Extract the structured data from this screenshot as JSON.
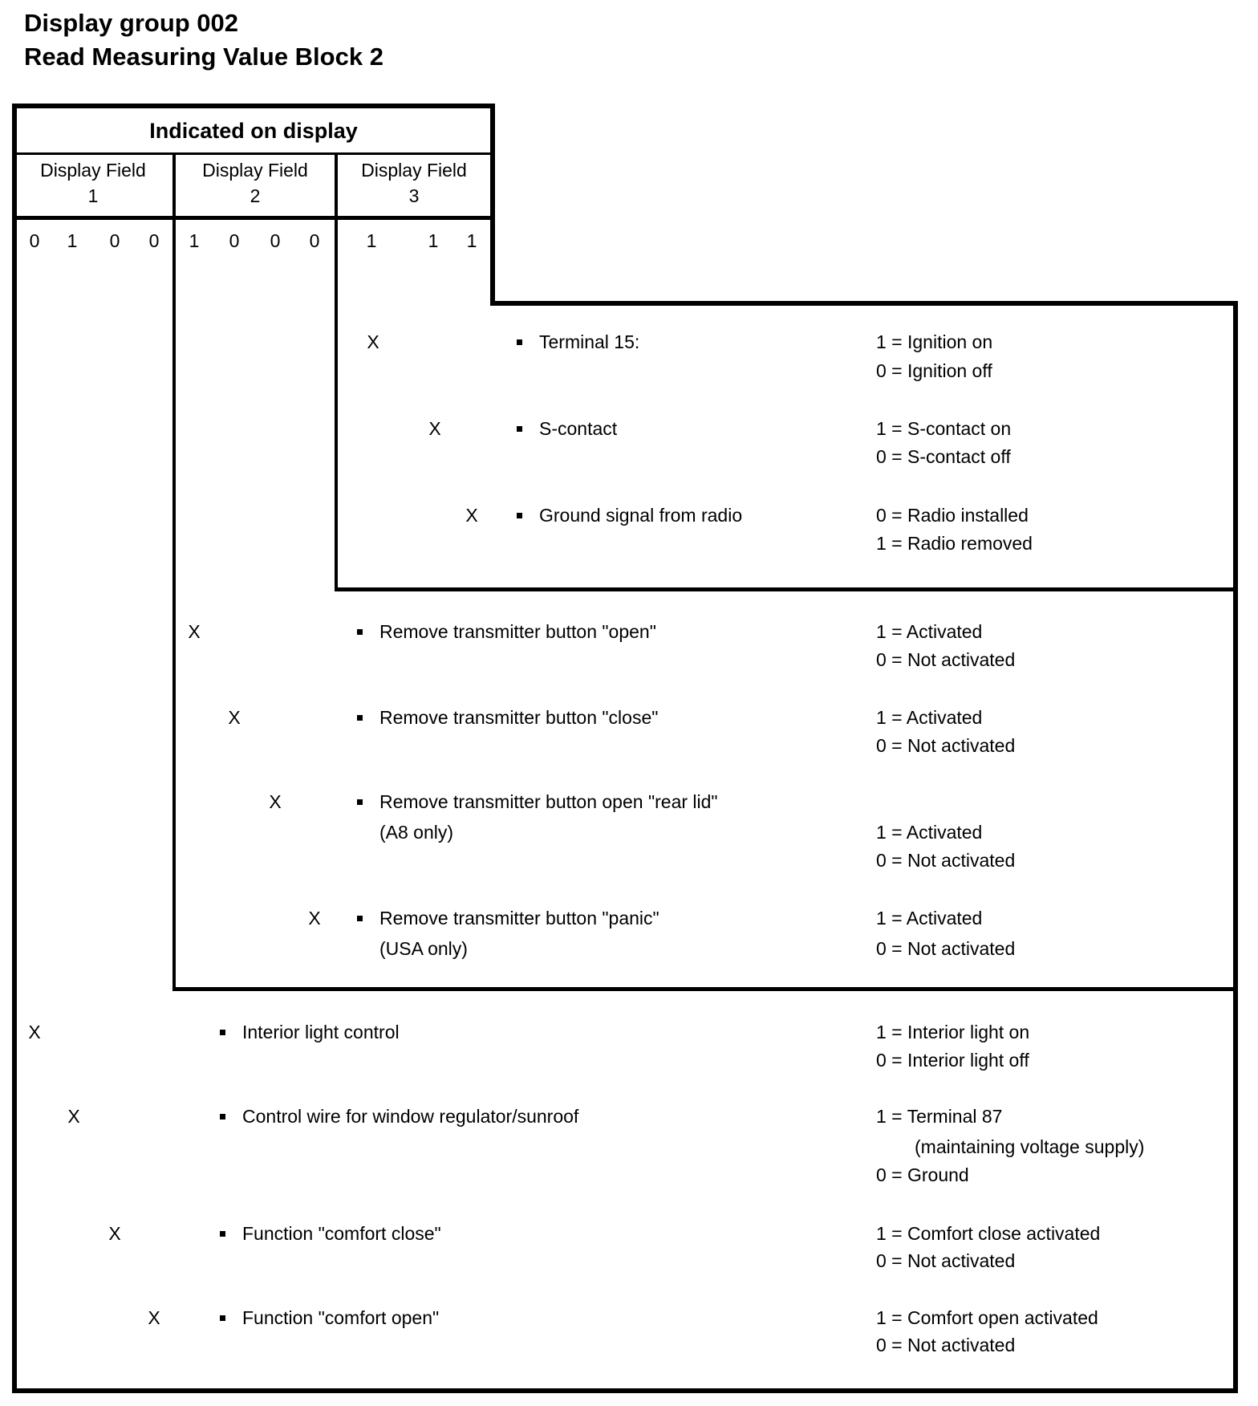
{
  "page": {
    "background": "#ffffff",
    "ink": "#000000"
  },
  "title": {
    "line1": "Display group 002",
    "line2": "Read Measuring Value Block 2"
  },
  "table": {
    "header": "Indicated on display",
    "fields": [
      {
        "label": "Display Field",
        "number": "1",
        "digits": [
          "0",
          "1",
          "0",
          "0"
        ]
      },
      {
        "label": "Display Field",
        "number": "2",
        "digits": [
          "1",
          "0",
          "0",
          "0"
        ]
      },
      {
        "label": "Display Field",
        "number": "3",
        "digits": [
          "1",
          "1",
          "1"
        ]
      }
    ]
  },
  "rows": [
    {
      "field": "3",
      "marker": "X",
      "label": "Terminal 15:",
      "label_line2": "",
      "values": [
        "1 = Ignition on",
        "0 = Ignition off",
        ""
      ]
    },
    {
      "field": "3",
      "marker": "X",
      "label": "S-contact",
      "label_line2": "",
      "values": [
        "1 = S-contact on",
        "0 = S-contact off",
        ""
      ]
    },
    {
      "field": "3",
      "marker": "X",
      "label": "Ground signal from radio",
      "label_line2": "",
      "values": [
        "0 = Radio installed",
        "1 = Radio removed",
        ""
      ]
    },
    {
      "field": "2",
      "marker": "X",
      "label": "Remove transmitter button \"open\"",
      "label_line2": "",
      "values": [
        "1 = Activated",
        "0 = Not activated",
        ""
      ]
    },
    {
      "field": "2",
      "marker": "X",
      "label": "Remove transmitter button \"close\"",
      "label_line2": "",
      "values": [
        "1 = Activated",
        "0 = Not activated",
        ""
      ]
    },
    {
      "field": "2",
      "marker": "X",
      "label": "Remove transmitter button open \"rear lid\"",
      "label_line2": "(A8 only)",
      "values": [
        "1 = Activated",
        "0 = Not activated",
        ""
      ]
    },
    {
      "field": "2",
      "marker": "X",
      "label": "Remove transmitter button \"panic\"",
      "label_line2": "(USA only)",
      "values": [
        "1 = Activated",
        "0 = Not activated",
        ""
      ]
    },
    {
      "field": "1",
      "marker": "X",
      "label": "Interior light control",
      "label_line2": "",
      "values": [
        "1 = Interior light on",
        "0 = Interior light off",
        ""
      ]
    },
    {
      "field": "1",
      "marker": "X",
      "label": "Control wire for window regulator/sunroof",
      "label_line2": "",
      "values": [
        "1 = Terminal 87",
        "(maintaining voltage supply)",
        "0 = Ground"
      ]
    },
    {
      "field": "1",
      "marker": "X",
      "label": "Function \"comfort close\"",
      "label_line2": "",
      "values": [
        "1 = Comfort close activated",
        "0 = Not activated",
        ""
      ]
    },
    {
      "field": "1",
      "marker": "X",
      "label": "Function \"comfort open\"",
      "label_line2": "",
      "values": [
        "1 = Comfort open activated",
        "0 = Not activated",
        ""
      ]
    }
  ]
}
